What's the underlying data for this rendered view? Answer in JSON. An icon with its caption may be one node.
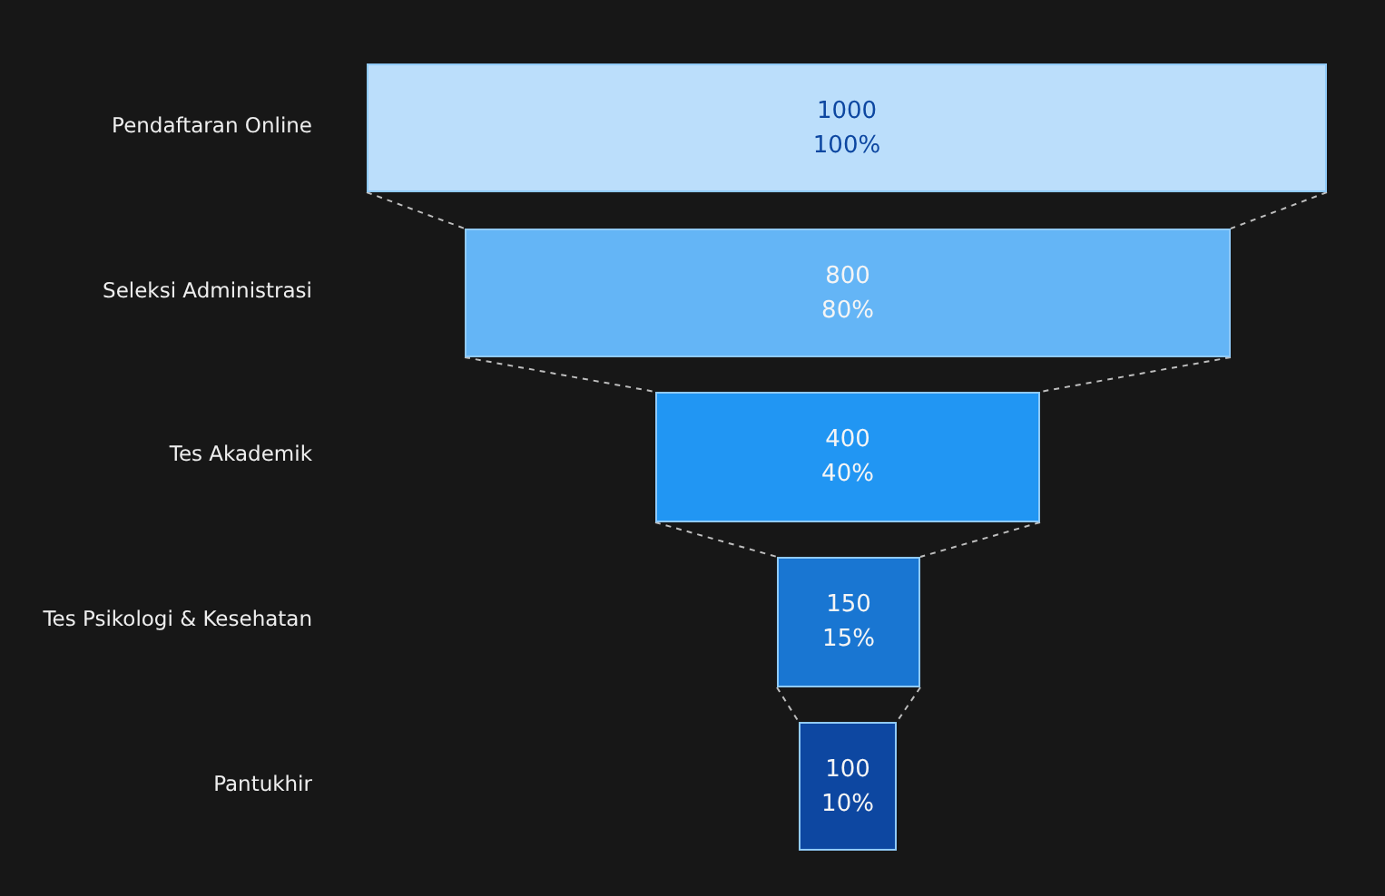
{
  "diagram": {
    "nodes": [
      {
        "text": [
          "1000",
          "100%"
        ]
      },
      {
        "text": [
          "800",
          "80%"
        ]
      },
      {
        "text": [
          "400",
          "40%"
        ]
      },
      {
        "text": [
          "150",
          "15%"
        ]
      },
      {
        "text": [
          "100",
          "10%"
        ]
      }
    ],
    "labels": [
      "Pendaftaran Online",
      "Seleksi Administrasi",
      "Tes Akademik",
      "Tes Psikologi & Kesehatan",
      "Pantukhir"
    ],
    "edges": [
      {
        "from": 0,
        "to": 1,
        "arrow": "none",
        "style": "dashed"
      },
      {
        "from": 0,
        "to": 1,
        "arrow": "none",
        "style": "dashed"
      },
      {
        "from": 1,
        "to": 2,
        "arrow": "none",
        "style": "dashed"
      },
      {
        "from": 1,
        "to": 2,
        "arrow": "none",
        "style": "dashed"
      },
      {
        "from": 2,
        "to": 3,
        "arrow": "none",
        "style": "dashed"
      },
      {
        "from": 2,
        "to": 3,
        "arrow": "none",
        "style": "dashed"
      },
      {
        "from": 3,
        "to": 4,
        "arrow": "none",
        "style": "dashed"
      },
      {
        "from": 3,
        "to": 4,
        "arrow": "none",
        "style": "dashed"
      }
    ]
  }
}
